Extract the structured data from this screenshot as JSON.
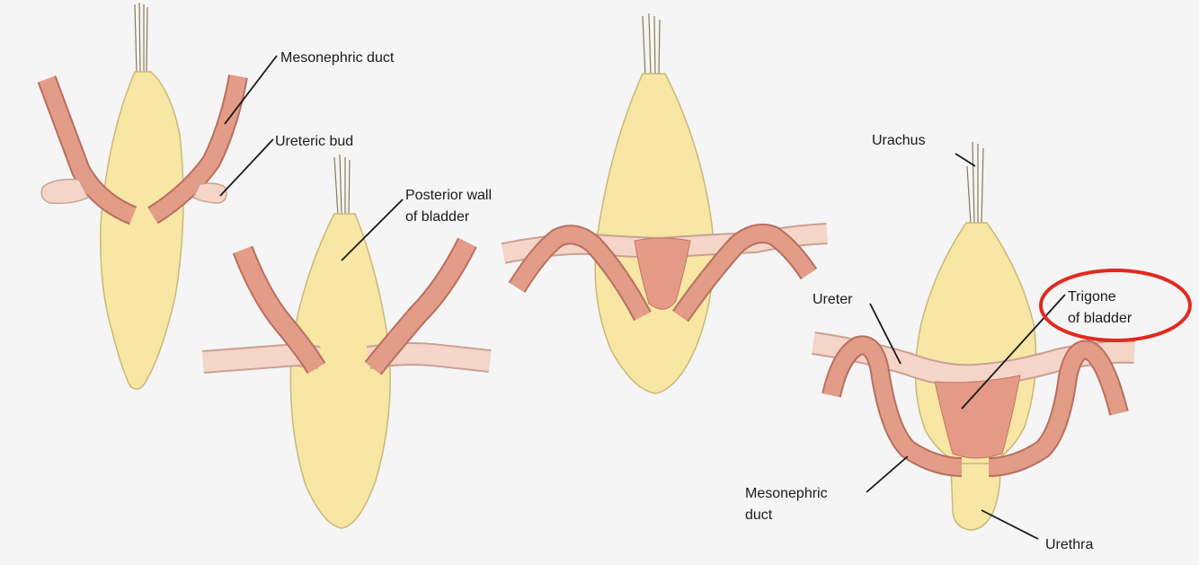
{
  "labels": {
    "mesonephric_duct_top": "Mesonephric duct",
    "ureteric_bud": "Ureteric bud",
    "posterior_wall_line1": "Posterior wall",
    "posterior_wall_line2": "of bladder",
    "urachus": "Urachus",
    "ureter": "Ureter",
    "trigone_line1": "Trigone",
    "trigone_line2": "of bladder",
    "mesonephric_duct_bottom_line1": "Mesonephric",
    "mesonephric_duct_bottom_line2": "duct",
    "urethra": "Urethra"
  },
  "colors": {
    "background": "#f5f5f5",
    "bladder": "#f7e6a4",
    "duct": "#e39c88",
    "ureter": "#f5d5c8",
    "highlight_circle": "#e02a1f"
  }
}
